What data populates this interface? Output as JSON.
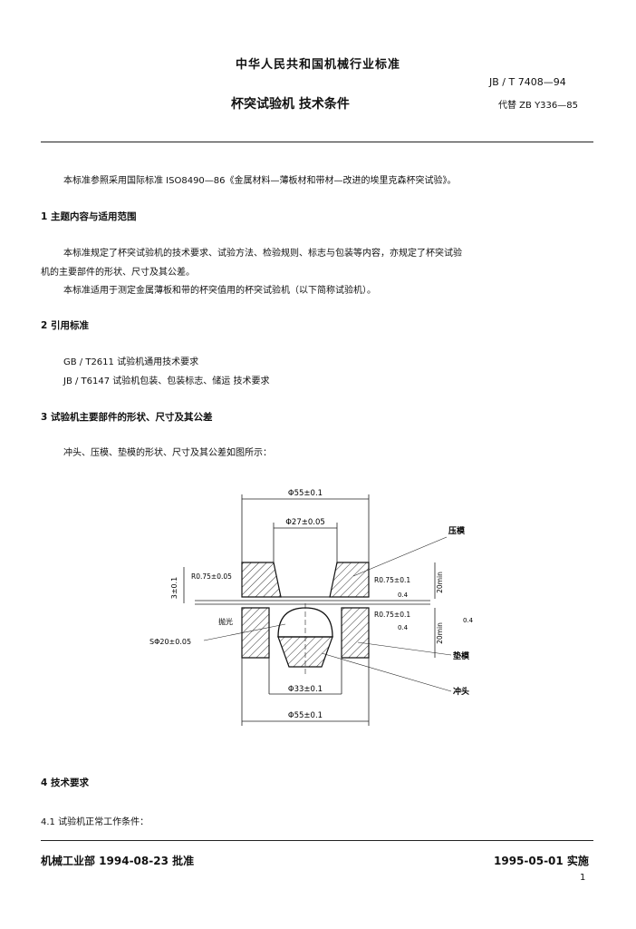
{
  "header": {
    "org": "中华人民共和国机械行业标准",
    "code": "JB / T 7408—94",
    "title": "杯突试验机  技术条件",
    "replaces": "代替 ZB Y336—85"
  },
  "intro": "本标准参照采用国际标准 ISO8490—86《金属材料—薄板材和带材—改进的埃里克森杯突试验》。",
  "section1": {
    "heading": "1  主题内容与适用范围",
    "p1_line1": "本标准规定了杯突试验机的技术要求、试验方法、检验规则、标志与包装等内容，亦规定了杯突试验",
    "p1_line2": "机的主要部件的形状、尺寸及其公差。",
    "p2": "本标准适用于测定金属薄板和带的杯突值用的杯突试验机（以下简称试验机）。"
  },
  "section2": {
    "heading": "2  引用标准",
    "refs": [
      "GB / T2611  试验机通用技术要求",
      "JB / T6147  试验机包装、包装标志、储运  技术要求"
    ]
  },
  "section3": {
    "heading": "3  试验机主要部件的形状、尺寸及其公差",
    "caption": "冲头、压模、垫模的形状、尺寸及其公差如图所示："
  },
  "figure": {
    "dim_top": "Φ55±0.1",
    "dim_inner": "Φ27±0.05",
    "dim_side": "3±0.1",
    "r_left": "R0.75±0.05",
    "r_right1": "R0.75±0.1",
    "r_right2": "R0.75±0.1",
    "h_top": "20min",
    "h_bottom": "20min",
    "lubricate": "抛光",
    "sphere": "SΦ20±0.05",
    "dim_die": "Φ33±0.1",
    "dim_bottom": "Φ55±0.1",
    "label_press": "压模",
    "label_die": "垫模",
    "label_punch": "冲头",
    "rough": "0.4"
  },
  "section4": {
    "heading": "4  技术要求",
    "sub1": "4.1  试验机正常工作条件："
  },
  "footer": {
    "approval": "机械工业部 1994-08-23 批准",
    "effective": "1995-05-01 实施",
    "page": "1"
  }
}
